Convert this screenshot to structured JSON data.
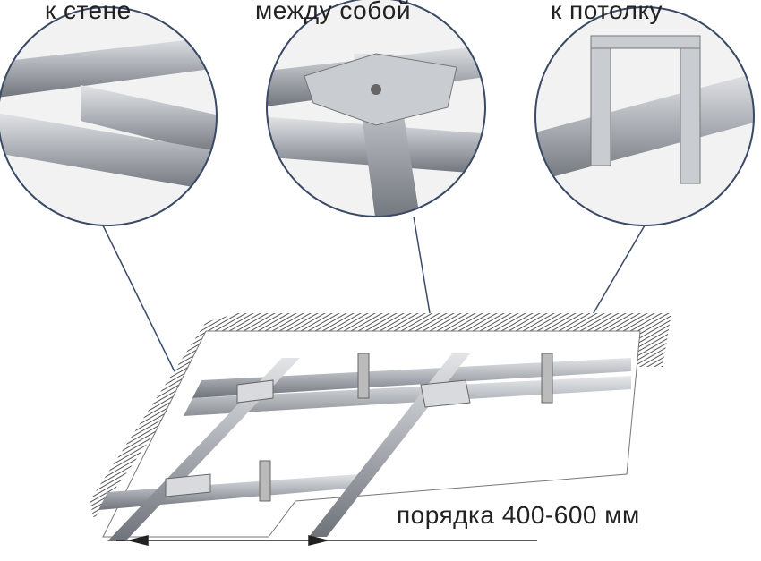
{
  "labels": {
    "wall": "к стене",
    "between": "между собой",
    "ceiling": "к потолку",
    "spacing": "порядка 400-600 мм"
  },
  "colors": {
    "metal_light": "#c9ccd0",
    "metal_dark": "#7d8187",
    "line": "#3a4a66",
    "hatch": "#555555"
  }
}
